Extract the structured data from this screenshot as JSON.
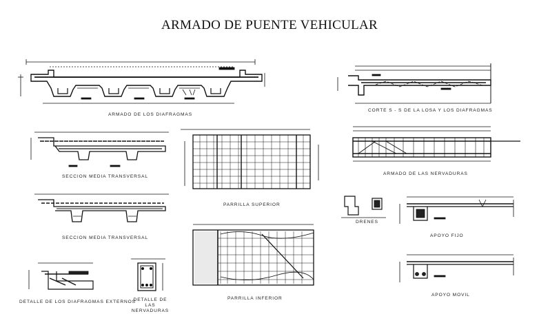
{
  "title": "ARMADO DE PUENTE VEHICULAR",
  "captions": {
    "armado_diafragmas": "ARMADO DE LOS DIAFRAGMAS",
    "corte_s_s": "CORTE S - S DE LA LOSA Y LOS DIAFRAGMAS",
    "seccion_media_1": "SECCION MEDIA TRANSVERSAL",
    "parrilla_superior": "PARRILLA SUPERIOR",
    "armado_nervaduras": "ARMADO DE LAS NERVADURAS",
    "seccion_media_2": "SECCION MEDIA TRANSVERSAL",
    "drenes": "DRENES",
    "apoyo_fijo": "APOYO FIJO",
    "detalle_diafragmas_externos": "DETALLE DE LOS DIAFRAGMAS EXTERNOS",
    "detalle_nervaduras": "DETALLE DE LAS NERVADURAS",
    "parrilla_inferior": "PARRILLA INFERIOR",
    "apoyo_movil": "APOYO MOVIL"
  },
  "colors": {
    "line": "#111111",
    "fill_dark": "#222222",
    "hatch": "#555555"
  }
}
